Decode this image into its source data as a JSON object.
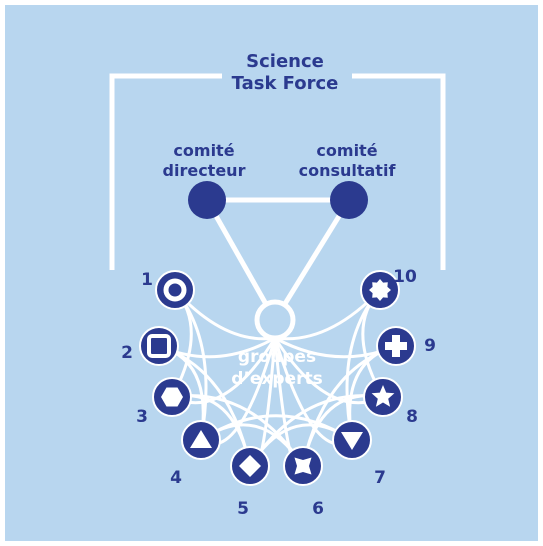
{
  "colors": {
    "panel": "#b8d6ef",
    "navy": "#2b3a8f",
    "white": "#ffffff"
  },
  "header": {
    "line1": "Science",
    "line2": "Task Force"
  },
  "committees": {
    "steering": {
      "line1": "comité",
      "line2": "directeur"
    },
    "advisory": {
      "line1": "comité",
      "line2": "consultatif"
    }
  },
  "experts": {
    "line1": "groupes",
    "line2": "d’experts"
  },
  "groups": [
    {
      "number": "1",
      "icon": "circle-icon"
    },
    {
      "number": "2",
      "icon": "square-icon"
    },
    {
      "number": "3",
      "icon": "hexagon-icon"
    },
    {
      "number": "4",
      "icon": "triangle-icon"
    },
    {
      "number": "5",
      "icon": "diamond-icon"
    },
    {
      "number": "6",
      "icon": "cross-icon"
    },
    {
      "number": "7",
      "icon": "inverted-triangle-icon"
    },
    {
      "number": "8",
      "icon": "star-icon"
    },
    {
      "number": "9",
      "icon": "plus-icon"
    },
    {
      "number": "10",
      "icon": "flower-icon"
    }
  ]
}
